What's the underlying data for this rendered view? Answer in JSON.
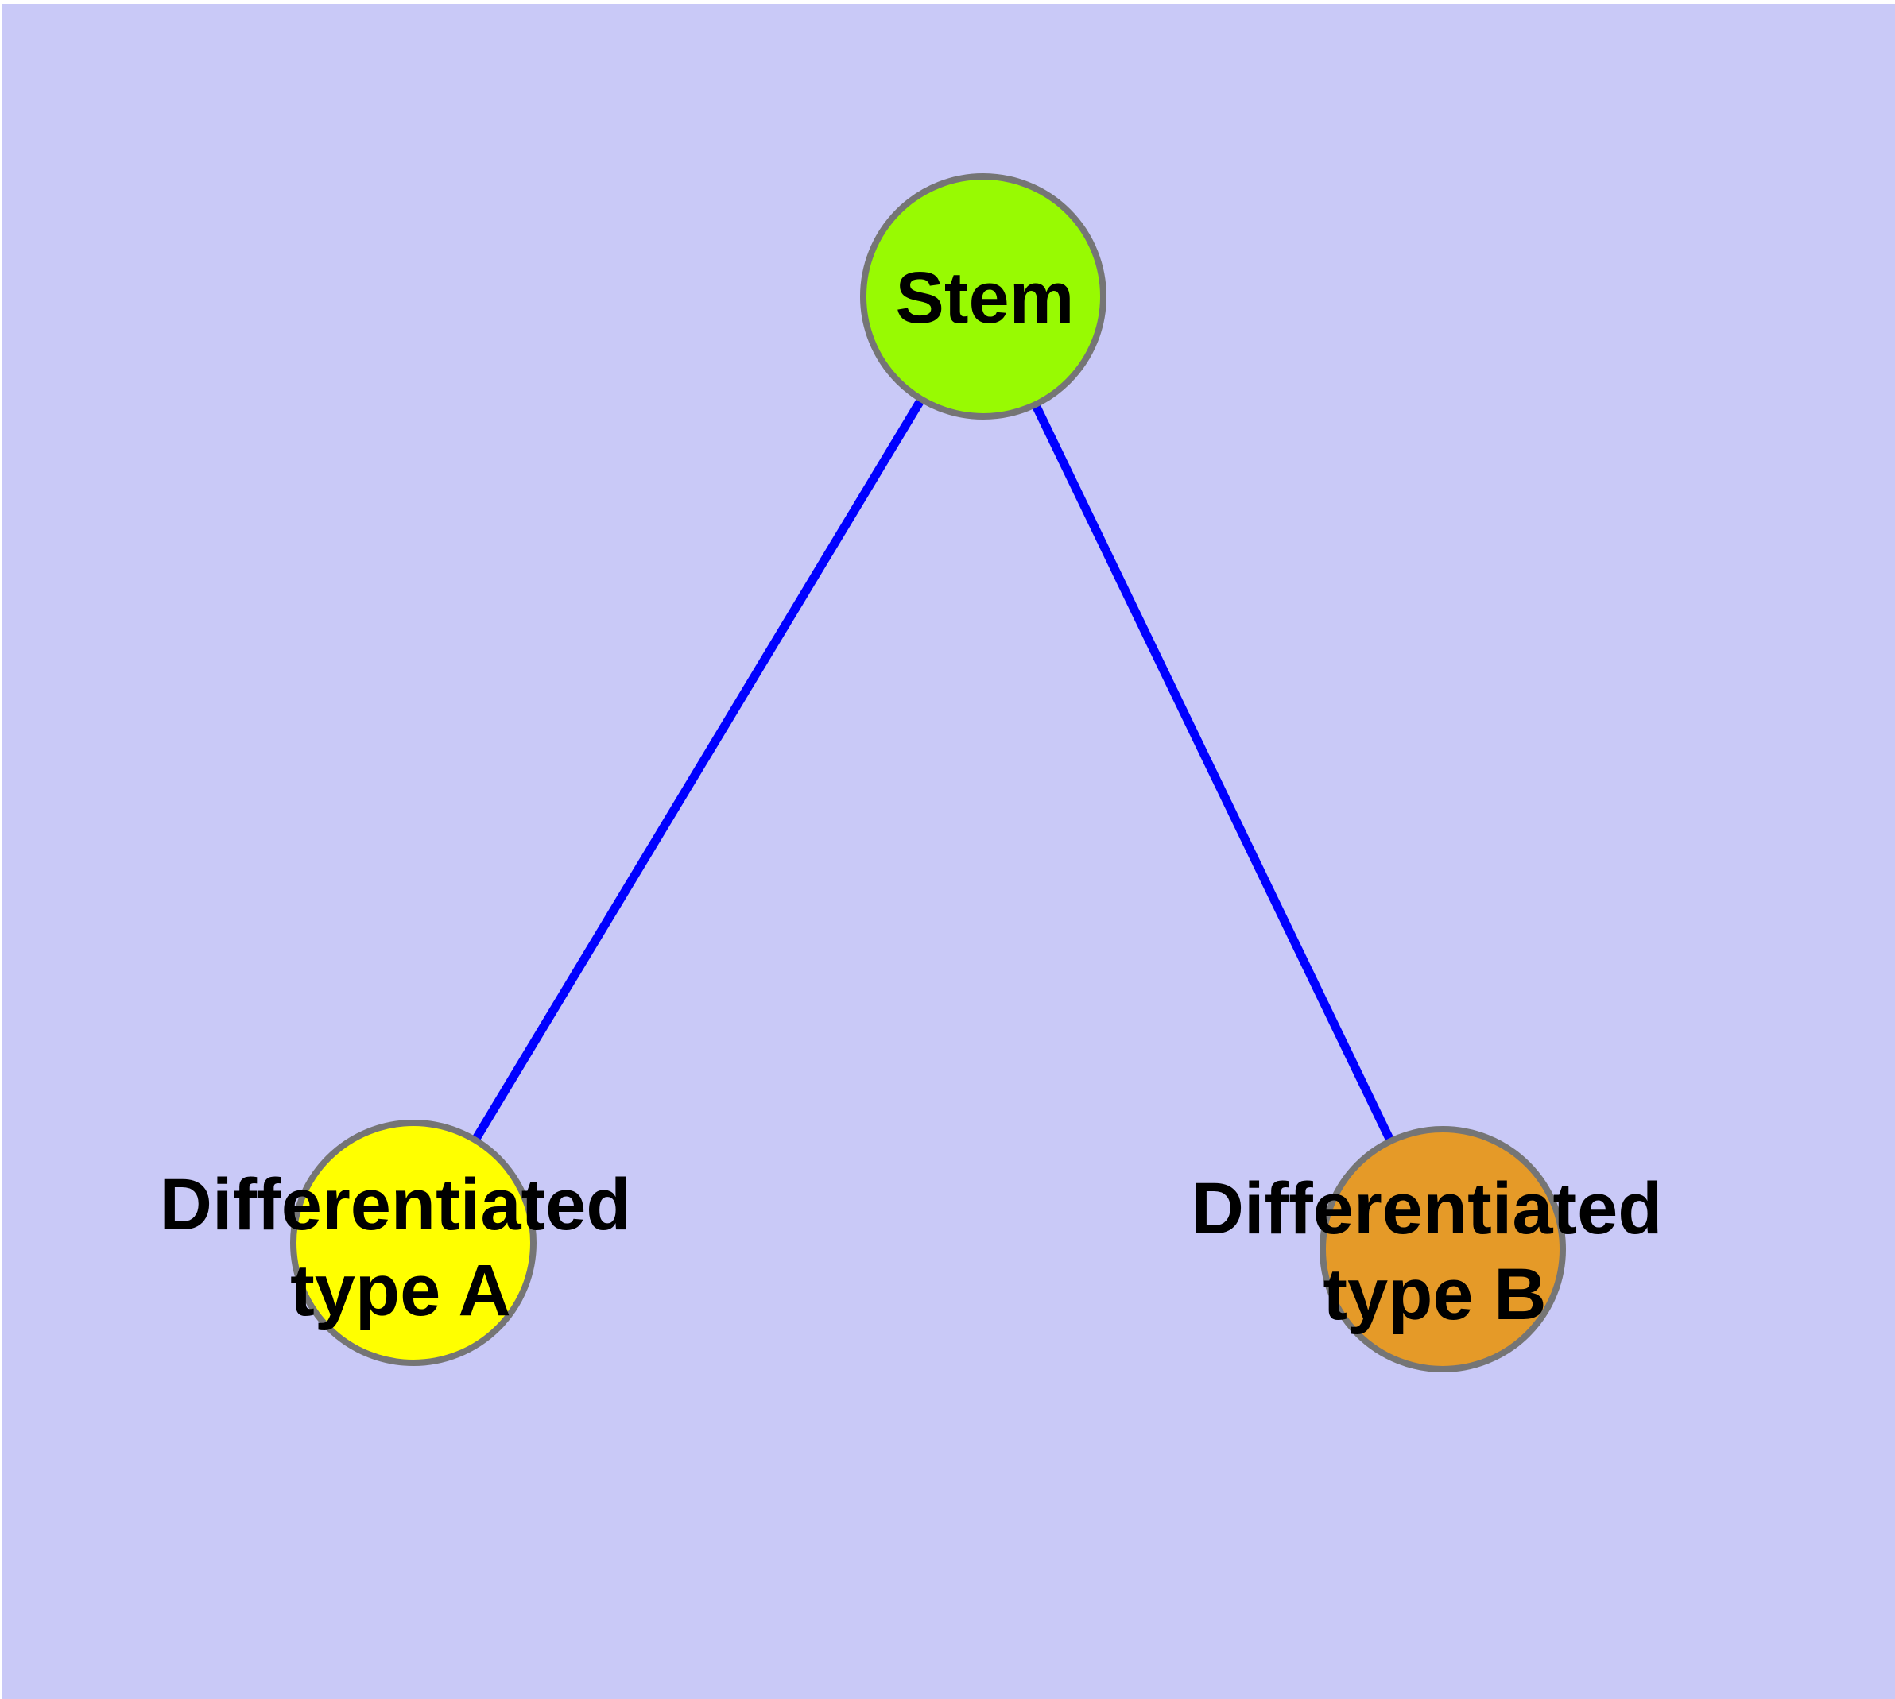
{
  "diagram": {
    "colors": {
      "background": "#C9C9F7",
      "page_edge": "#FFFFFF",
      "edge_line": "#0000FF",
      "node_border": "#757575",
      "label_text": "#000000"
    },
    "nodes": [
      {
        "name": "stem",
        "label": "Stem",
        "fill": "#98FA02"
      },
      {
        "name": "differentiated-type-a",
        "label_lines": [
          "Differentiated",
          "type A"
        ],
        "fill": "#FFFF00"
      },
      {
        "name": "differentiated-type-b",
        "label_lines": [
          "Differentiated",
          "type B"
        ],
        "fill": "#E59A28"
      }
    ],
    "edges": [
      {
        "from": "stem",
        "to": "differentiated-type-a"
      },
      {
        "from": "stem",
        "to": "differentiated-type-b"
      }
    ]
  }
}
